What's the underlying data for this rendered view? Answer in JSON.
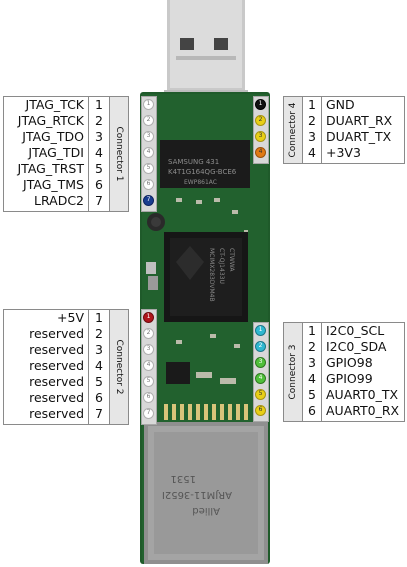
{
  "connector1": {
    "label": "Connector 1",
    "pins": [
      {
        "num": "1",
        "name": "JTAG_TCK"
      },
      {
        "num": "2",
        "name": "JTAG_RTCK"
      },
      {
        "num": "3",
        "name": "JTAG_TDO"
      },
      {
        "num": "4",
        "name": "JTAG_TDI"
      },
      {
        "num": "5",
        "name": "JTAG_TRST"
      },
      {
        "num": "6",
        "name": "JTAG_TMS"
      },
      {
        "num": "7",
        "name": "LRADC2"
      }
    ]
  },
  "connector2": {
    "label": "Connector 2",
    "pins": [
      {
        "num": "1",
        "name": "+5V"
      },
      {
        "num": "2",
        "name": "reserved"
      },
      {
        "num": "3",
        "name": "reserved"
      },
      {
        "num": "4",
        "name": "reserved"
      },
      {
        "num": "5",
        "name": "reserved"
      },
      {
        "num": "6",
        "name": "reserved"
      },
      {
        "num": "7",
        "name": "reserved"
      }
    ]
  },
  "connector3": {
    "label": "Connector 3",
    "pins": [
      {
        "num": "1",
        "name": "I2C0_SCL"
      },
      {
        "num": "2",
        "name": "I2C0_SDA"
      },
      {
        "num": "3",
        "name": "GPIO98"
      },
      {
        "num": "4",
        "name": "GPIO99"
      },
      {
        "num": "5",
        "name": "AUART0_TX"
      },
      {
        "num": "6",
        "name": "AUART0_RX"
      }
    ]
  },
  "connector4": {
    "label": "Connector 4",
    "pins": [
      {
        "num": "1",
        "name": "GND"
      },
      {
        "num": "2",
        "name": "DUART_RX"
      },
      {
        "num": "3",
        "name": "DUART_TX"
      },
      {
        "num": "4",
        "name": "+3V3"
      }
    ]
  },
  "board": {
    "ram_text_1": "SAMSUNG    431",
    "ram_text_2": "K4T1G164QG-BCE6",
    "ram_text_3": "EWP861AC",
    "cpu_text_1": "MCIMX283DVM4B",
    "cpu_text_2": "CT-QJ1433U",
    "cpu_text_3": "CTWWA",
    "jack_text_1": "1531",
    "jack_text_2": "ARJM11-3652I",
    "jack_text_3": "Allied"
  },
  "colors": {
    "pcb": "#1f5a2a",
    "pin_blue": "#1a3d8f",
    "pin_red": "#b0161c",
    "pin_yellow": "#e8cf16",
    "pin_orange": "#e07a14",
    "pin_cyan": "#30b8d0",
    "pin_green": "#4fbf3a",
    "pin_black": "#111111"
  }
}
